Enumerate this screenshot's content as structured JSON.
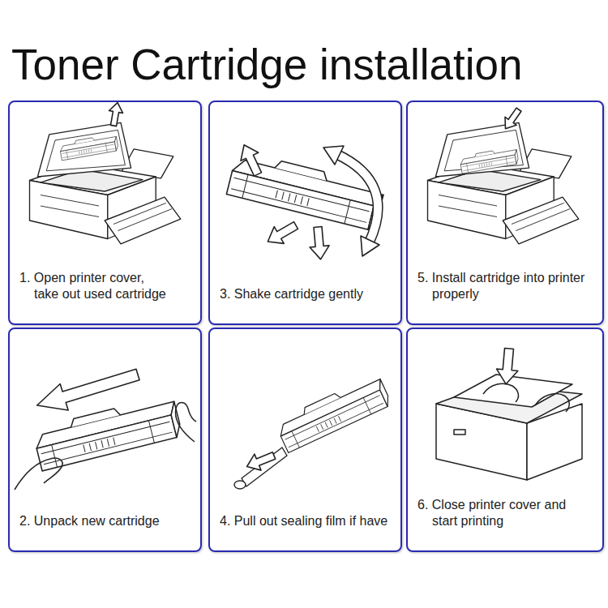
{
  "diagram": {
    "title": "Toner Cartridge installation",
    "nodes": [
      {
        "text": [
          "1. Open printer cover, take out used cartridge"
        ]
      },
      {
        "text": [
          "3. Shake cartridge gently"
        ]
      },
      {
        "text": [
          "5. Install cartridge into printer properly"
        ]
      },
      {
        "text": [
          "2. Unpack new cartridge"
        ]
      },
      {
        "text": [
          "4. Pull out sealing film if have"
        ]
      },
      {
        "text": [
          "6. Close printer cover and start printing"
        ]
      }
    ]
  }
}
